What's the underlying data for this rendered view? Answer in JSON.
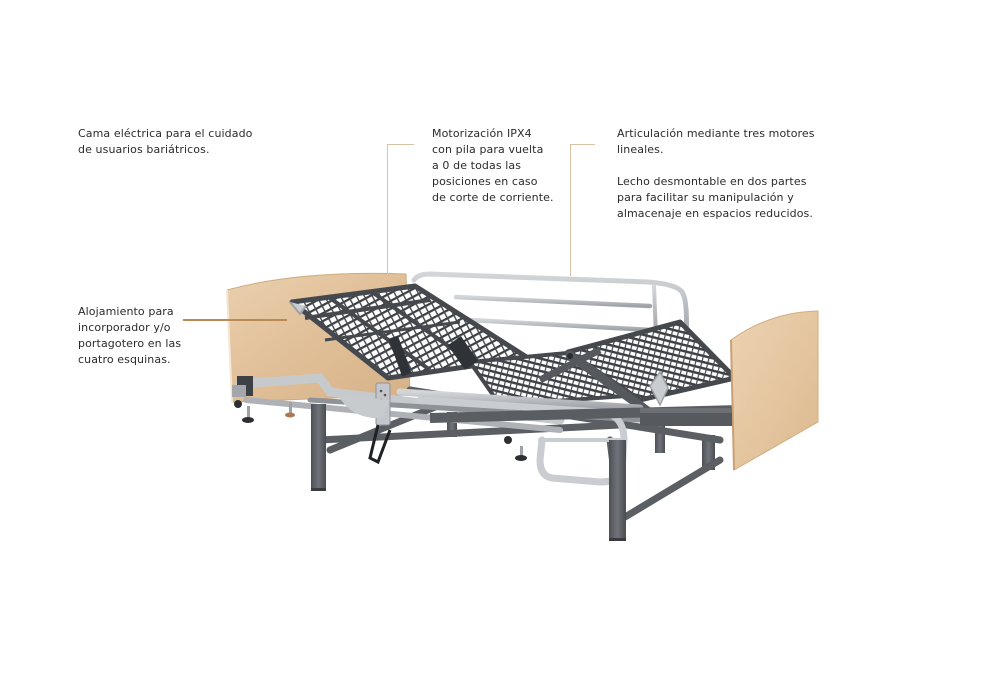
{
  "callouts": {
    "bariatric": {
      "lines": [
        "Cama eléctrica para el cuidado",
        "de usuarios bariátricos."
      ]
    },
    "motor": {
      "lines": [
        "Motorización IPX4",
        "con pila para vuelta",
        "a 0 de todas las",
        "posiciones en caso",
        "de corte de corriente."
      ]
    },
    "articulation": {
      "paragraph1": [
        "Articulación mediante tres motores",
        "lineales."
      ],
      "paragraph2": [
        "Lecho desmontable en dos partes",
        "para facilitar su manipulación y",
        "almacenaje en espacios reducidos."
      ]
    },
    "housing": {
      "lines": [
        "Alojamiento para",
        "incorporador y/o",
        "portagotero en las",
        "cuatro esquinas."
      ]
    }
  },
  "colors": {
    "text": "#2b2b2b",
    "leader_light": "#d9c2a4",
    "leader_dark": "#b98a55",
    "wood": "#e3c4a0",
    "frame_dark": "#5a5d62",
    "frame_light": "#b9bdc2",
    "background": "#ffffff"
  },
  "product": {
    "image_alt": "electric-bariatric-bed-illustration"
  }
}
